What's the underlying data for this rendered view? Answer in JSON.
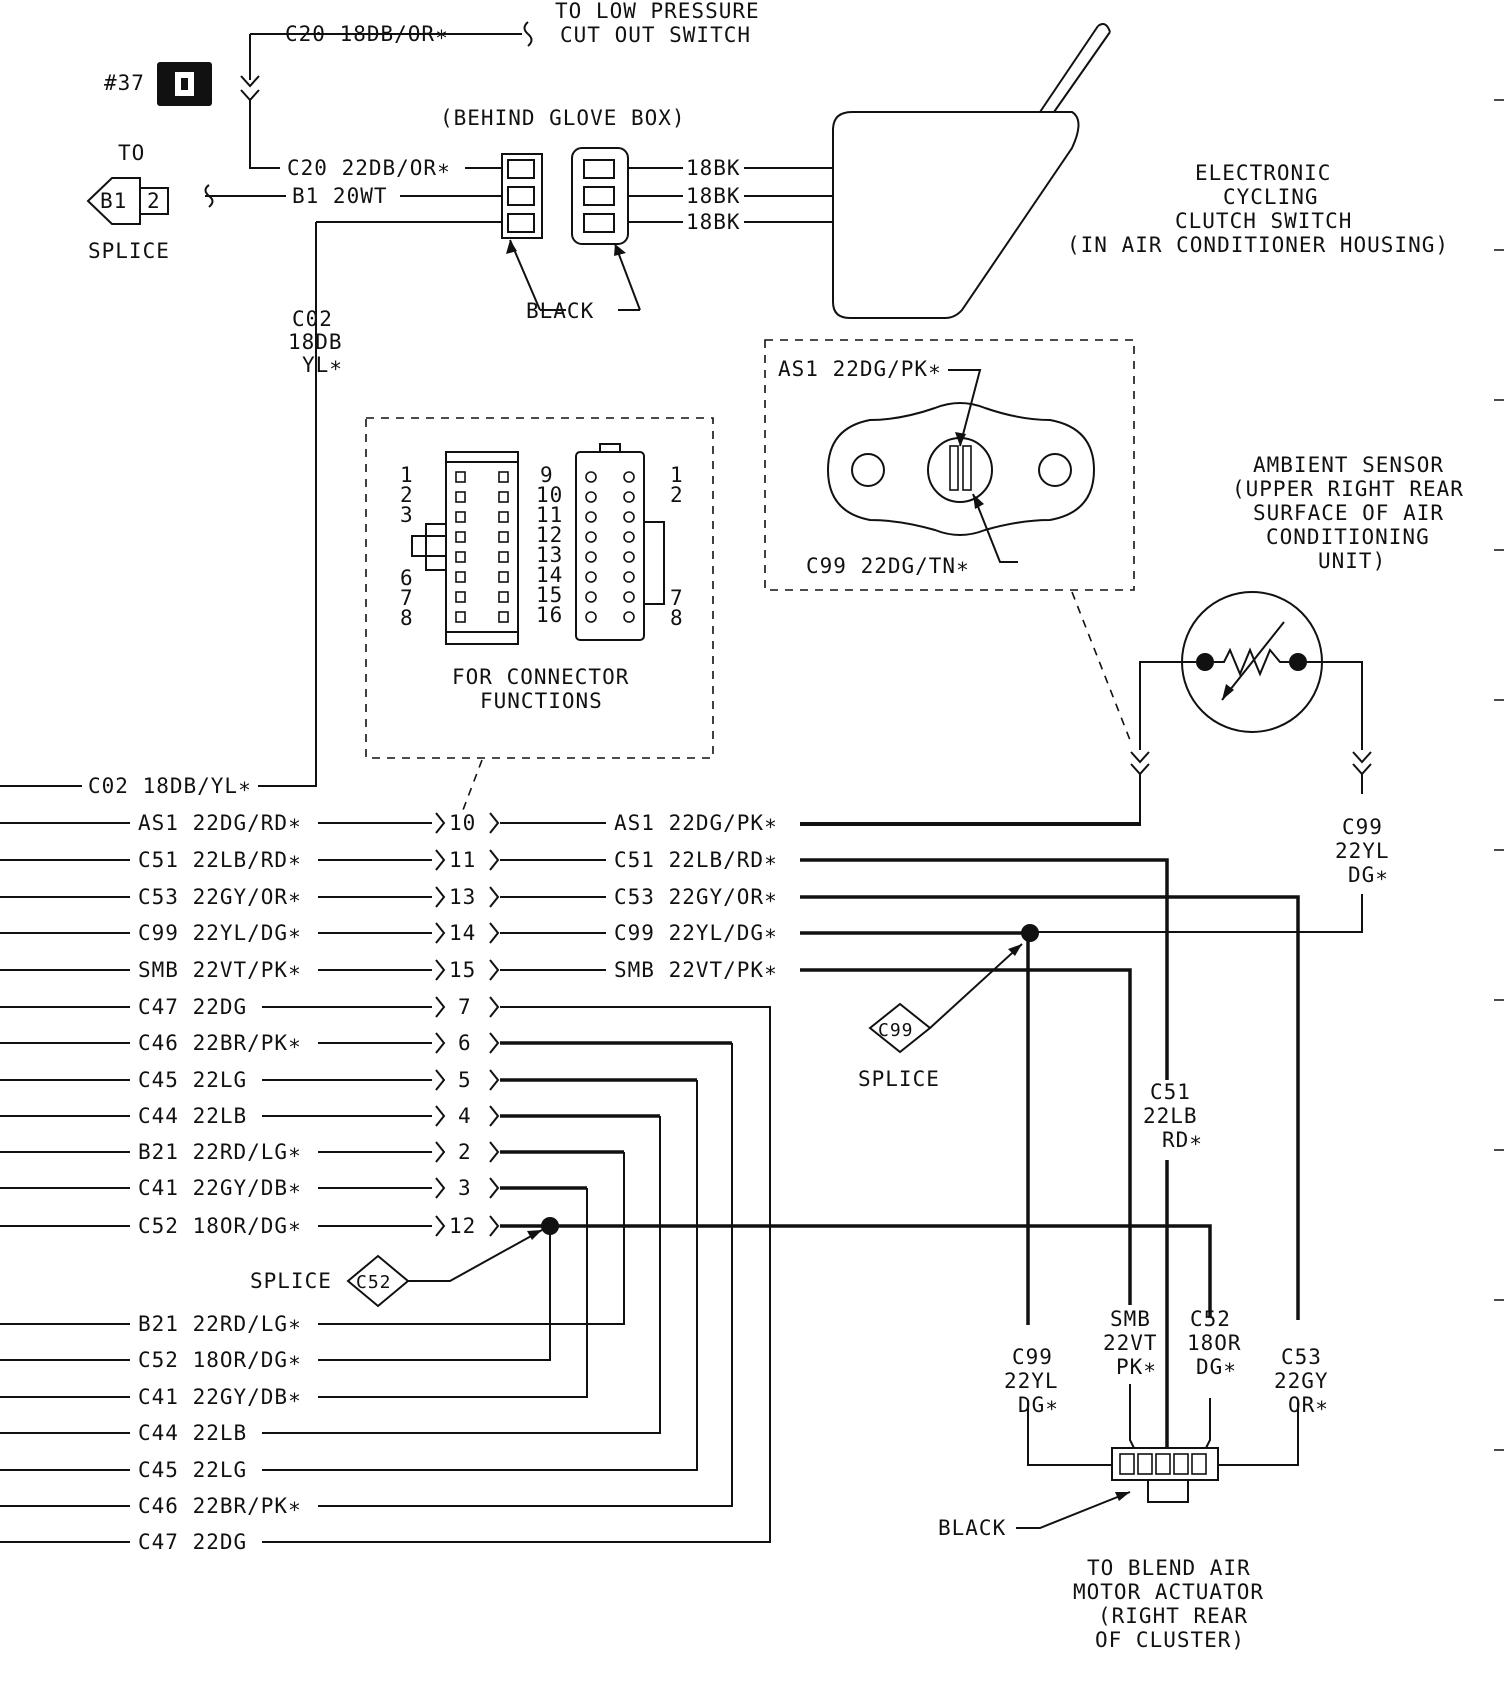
{
  "top": {
    "low_pressure_wire": "C20  18DB/OR∗",
    "low_pressure_dest_1": "TO LOW PRESSURE",
    "low_pressure_dest_2": "CUT OUT SWITCH",
    "ground_ref": "#37",
    "behind_glove_box": "(BEHIND GLOVE BOX)",
    "c20_lower": "C20  22DB/OR∗",
    "b1_wire": "B1  20WT",
    "to_label": "TO",
    "b1_diamond": "B1",
    "b1_pin": "2",
    "splice_label": "SPLICE",
    "c02_1": "C02",
    "c02_2": "18DB",
    "c02_3": "YL∗",
    "black_label": "BLACK",
    "sw_wire_1": "18BK",
    "sw_wire_2": "18BK",
    "sw_wire_3": "18BK",
    "ecc_1": "ELECTRONIC",
    "ecc_2": "CYCLING",
    "ecc_3": "CLUTCH SWITCH",
    "ecc_4": "(IN AIR CONDITIONER HOUSING)"
  },
  "connector_functions": {
    "left_pins": [
      "1",
      "2",
      "3",
      "6",
      "7",
      "8"
    ],
    "mid_pins": [
      "9",
      "10",
      "11",
      "12",
      "13",
      "14",
      "15",
      "16"
    ],
    "right_pins_top": [
      "1",
      "2"
    ],
    "right_pins_bottom": [
      "7",
      "8"
    ],
    "caption_1": "FOR CONNECTOR",
    "caption_2": "FUNCTIONS"
  },
  "sensor_detail": {
    "as1": "AS1  22DG/PK∗",
    "c99": "C99  22DG/TN∗"
  },
  "ambient": {
    "l1": "AMBIENT SENSOR",
    "l2": "(UPPER RIGHT REAR",
    "l3": "SURFACE OF AIR",
    "l4": "CONDITIONING",
    "l5": "UNIT)",
    "c99_1": "C99",
    "c99_2": "22YL",
    "c99_3": "DG∗"
  },
  "left_wires": [
    "C02  18DB/YL∗",
    "AS1  22DG/RD∗",
    "C51  22LB/RD∗",
    "C53  22GY/OR∗",
    "C99  22YL/DG∗",
    "SMB  22VT/PK∗",
    "C47  22DG",
    "C46  22BR/PK∗",
    "C45  22LG",
    "C44  22LB",
    "B21  22RD/LG∗",
    "C41  22GY/DB∗",
    "C52  18OR/DG∗"
  ],
  "pins": [
    "10",
    "11",
    "13",
    "14",
    "15",
    "7",
    "6",
    "5",
    "4",
    "2",
    "3",
    "12"
  ],
  "right_wires": [
    "AS1  22DG/PK∗",
    "C51  22LB/RD∗",
    "C53  22GY/OR∗",
    "C99  22YL/DG∗",
    "SMB  22VT/PK∗"
  ],
  "c99_splice": {
    "diamond": "C99",
    "label": "SPLICE"
  },
  "c52_splice": {
    "label": "SPLICE",
    "diamond": "C52"
  },
  "lower_wires": [
    "B21  22RD/LG∗",
    "C52  18OR/DG∗",
    "C41  22GY/DB∗",
    "C44  22LB",
    "C45  22LG",
    "C46  22BR/PK∗",
    "C47  22DG"
  ],
  "vertical_labels": {
    "c51": [
      "C51",
      "22LB",
      "RD∗"
    ],
    "smb": [
      "SMB",
      "22VT",
      "PK∗"
    ],
    "c52": [
      "C52",
      "18OR",
      "DG∗"
    ],
    "c99": [
      "C99",
      "22YL",
      "DG∗"
    ],
    "c53": [
      "C53",
      "22GY",
      "OR∗"
    ]
  },
  "actuator": {
    "black": "BLACK",
    "l1": "TO BLEND AIR",
    "l2": "MOTOR ACTUATOR",
    "l3": "(RIGHT REAR",
    "l4": "OF CLUSTER)"
  }
}
